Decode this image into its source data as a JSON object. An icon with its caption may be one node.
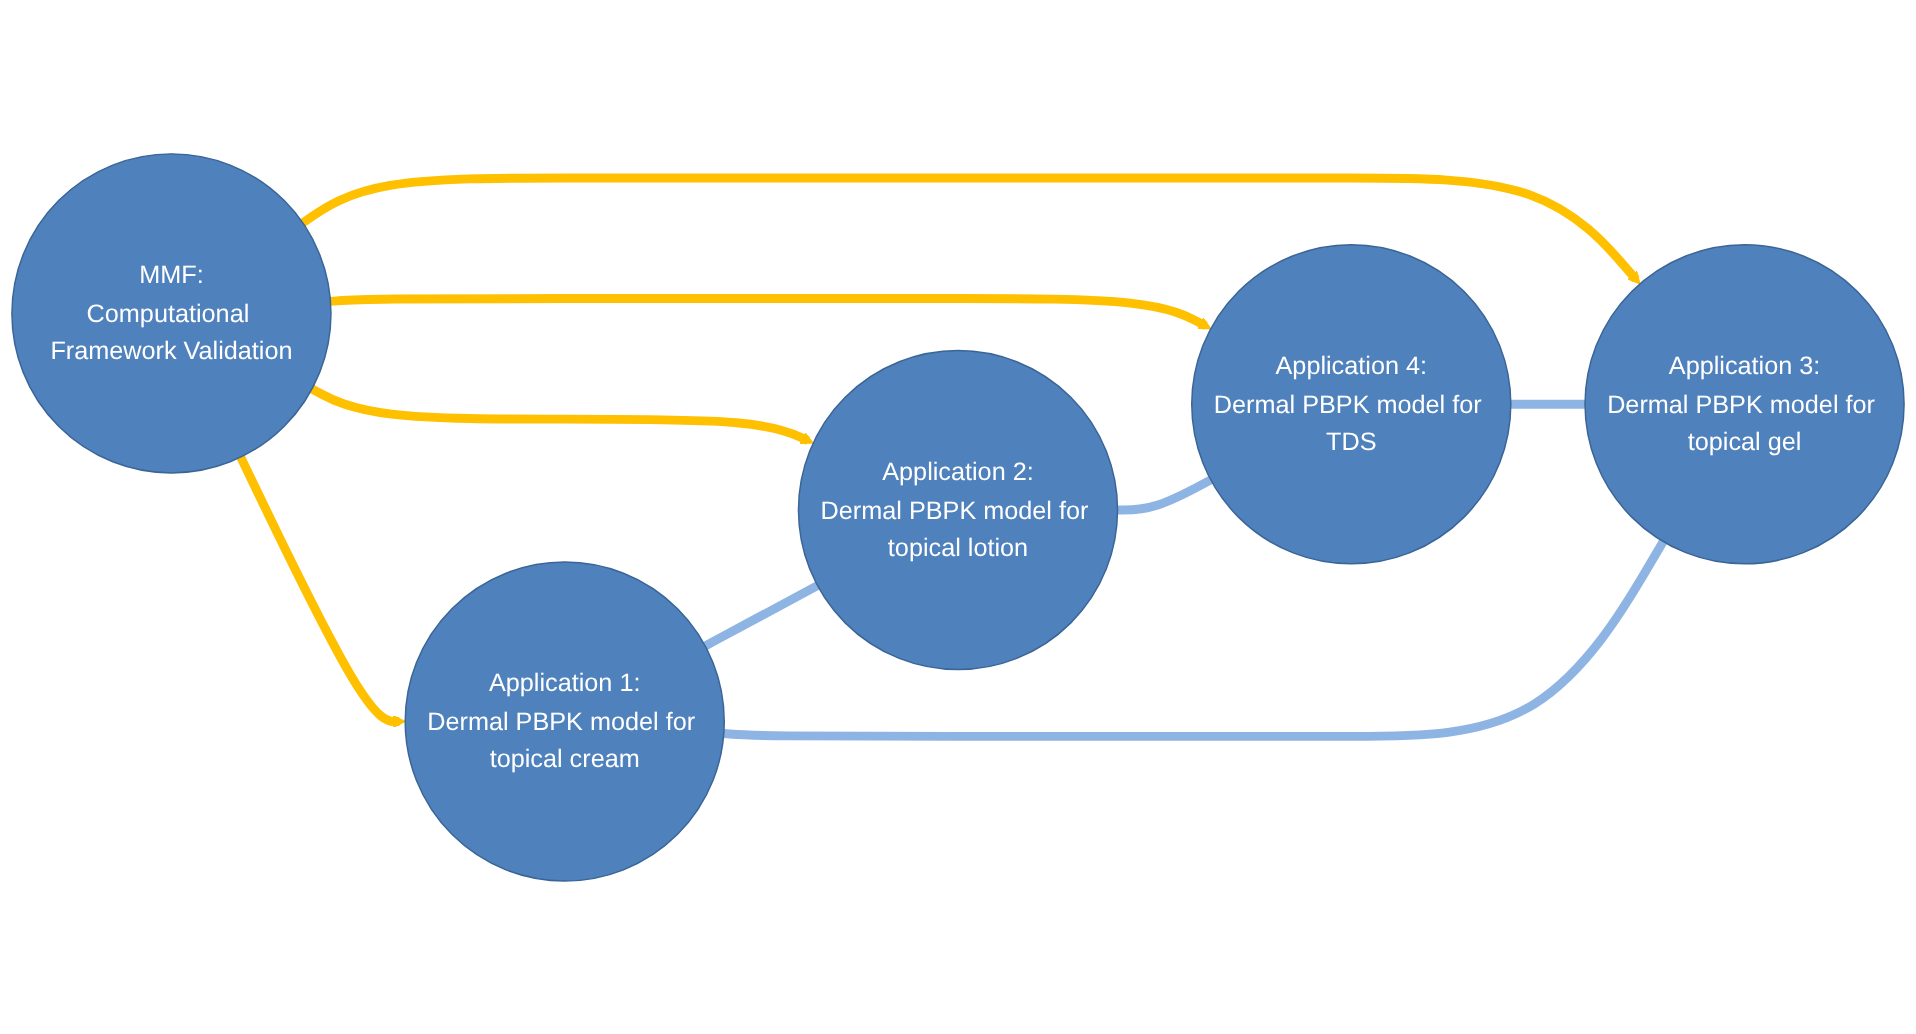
{
  "diagram": {
    "nodes": [
      {
        "text": [
          "Application 1:",
          "Dermal PBPK model for topical cream"
        ]
      },
      {
        "text": [
          "Application 2:",
          "Dermal PBPK model for topical lotion"
        ]
      },
      {
        "text": [
          "MMF:",
          "Computational Framework Validation"
        ]
      },
      {
        "text": [
          "Application 3:",
          "Dermal PBPK model for topical gel"
        ]
      },
      {
        "text": [
          "Application 4:",
          "Dermal PBPK model for TDS"
        ]
      }
    ],
    "edges": [
      {
        "from": 2,
        "to": 0,
        "arrow": "to",
        "color": "#ffc000"
      },
      {
        "from": 2,
        "to": 1,
        "arrow": "to",
        "color": "#ffc000"
      },
      {
        "from": 2,
        "to": 3,
        "arrow": "to",
        "color": "#ffc000"
      },
      {
        "from": 2,
        "to": 4,
        "arrow": "to",
        "color": "#ffc000"
      },
      {
        "from": 0,
        "to": 1,
        "arrow": "none",
        "color": "#8eb4e3"
      },
      {
        "from": 1,
        "to": 4,
        "arrow": "none",
        "color": "#8eb4e3"
      },
      {
        "from": 4,
        "to": 3,
        "arrow": "none",
        "color": "#8eb4e3"
      },
      {
        "from": 3,
        "to": 0,
        "arrow": "none",
        "color": "#8eb4e3"
      }
    ]
  }
}
